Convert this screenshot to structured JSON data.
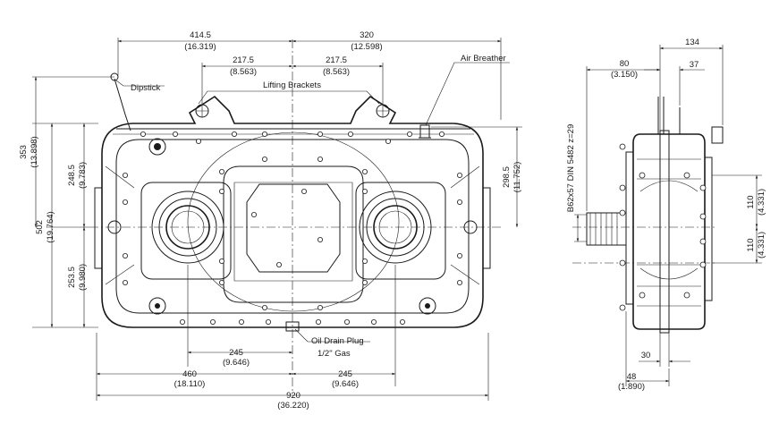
{
  "labels": {
    "dipstick": "Dipstick",
    "lifting_brackets": "Lifting Brackets",
    "air_breather": "Air Breather",
    "oil_drain_plug": "Oil Drain Plug",
    "oil_drain_size": "1/2\" Gas",
    "shaft_spec": "B62x57 DIN 5482 z=29"
  },
  "front_view": {
    "top_left": {
      "mm": "414.5",
      "in": "(16.319)"
    },
    "top_right": {
      "mm": "320",
      "in": "(12.598)"
    },
    "bracket_left": {
      "mm": "217.5",
      "in": "(8.563)"
    },
    "bracket_right": {
      "mm": "217.5",
      "in": "(8.563)"
    },
    "left_353": {
      "mm": "353",
      "in": "(13.898)"
    },
    "left_502": {
      "mm": "502",
      "in": "(19.764)"
    },
    "left_248": {
      "mm": "248.5",
      "in": "(9.783)"
    },
    "left_253": {
      "mm": "253.5",
      "in": "(9.980)"
    },
    "right_298": {
      "mm": "298.5",
      "in": "(11.752)"
    },
    "bottom_245_upper": {
      "mm": "245",
      "in": "(9.646)"
    },
    "bottom_460": {
      "mm": "460",
      "in": "(18.110)"
    },
    "bottom_245_lower": {
      "mm": "245",
      "in": "(9.646)"
    },
    "bottom_920": {
      "mm": "920",
      "in": "(36.220)"
    }
  },
  "side_view": {
    "top_134": {
      "mm": "134"
    },
    "top_80": {
      "mm": "80",
      "in": "(3.150)"
    },
    "top_37": {
      "mm": "37"
    },
    "right_110_upper": {
      "mm": "110",
      "in": "(4.331)"
    },
    "right_110_lower": {
      "mm": "110",
      "in": "(4.331)"
    },
    "bottom_30": {
      "mm": "30"
    },
    "bottom_48": {
      "mm": "48",
      "in": "(1.890)"
    }
  }
}
